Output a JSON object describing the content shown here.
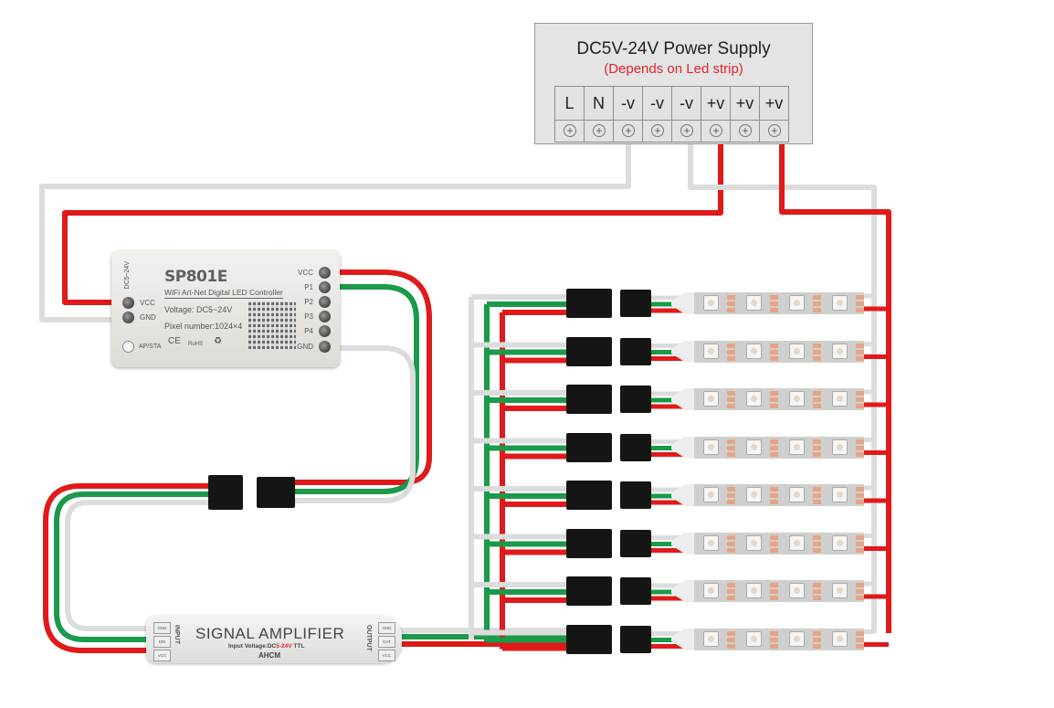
{
  "colors": {
    "red_wire": "#e01a1a",
    "green_wire": "#1a9a4a",
    "white_wire": "#dcdcdc",
    "accent_red_text": "#e0242a"
  },
  "power_supply": {
    "title": "DC5V-24V Power Supply",
    "subtitle": "(Depends on Led strip)",
    "terminals": [
      {
        "label": "L",
        "screw": "⊕"
      },
      {
        "label": "N",
        "screw": "⊕"
      },
      {
        "label": "-v",
        "screw": "⊕"
      },
      {
        "label": "-v",
        "screw": "⊕"
      },
      {
        "label": "-v",
        "screw": "⊕"
      },
      {
        "label": "+v",
        "screw": "⊕"
      },
      {
        "label": "+v",
        "screw": "⊕"
      },
      {
        "label": "+v",
        "screw": "⊕"
      }
    ]
  },
  "controller": {
    "model": "SP801E",
    "description": "WiFi Art-Net Digital LED Controller",
    "voltage": "Voltage: DC5~24V",
    "pixel_number": "Pixel number:1024×4",
    "dc_label": "DC5~24V",
    "input_pins": [
      "VCC",
      "GND"
    ],
    "output_pins": [
      "VCC",
      "P1",
      "P2",
      "P3",
      "P4",
      "GND"
    ],
    "button_label": "AP/STA",
    "certs": [
      "CE",
      "RoHS",
      "♻"
    ]
  },
  "amplifier": {
    "title": "SIGNAL AMPLIFIER",
    "voltage_prefix": "Input Voltage:DC",
    "voltage_value": "5-24V",
    "voltage_suffix": " TTL",
    "model": "AHCM",
    "input_label": "INPUT",
    "input_pins": [
      "GND",
      "DIN",
      "VCC"
    ],
    "output_label": "OUTPUT",
    "output_pins": [
      "GND",
      "DAT",
      "VCC"
    ]
  },
  "led_strips": {
    "count": 8,
    "leds_per_strip": 4
  }
}
